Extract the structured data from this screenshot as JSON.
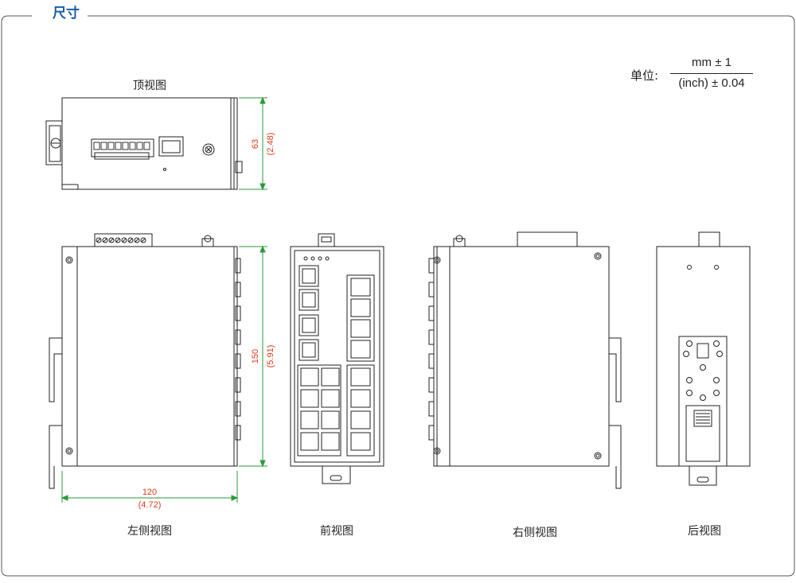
{
  "section_title": "尺寸",
  "units": {
    "label": "单位:",
    "numerator": "mm ± 1",
    "denominator": "(inch) ± 0.04"
  },
  "views": {
    "top": "顶视图",
    "left": "左侧视图",
    "front": "前视图",
    "right": "右侧视图",
    "rear": "后视图"
  },
  "dimensions": {
    "depth_mm": "63",
    "depth_in": "(2.48)",
    "height_mm": "150",
    "height_in": "(5.91)",
    "width_mm": "120",
    "width_in": "(4.72)"
  },
  "colors": {
    "title": "#1a5fa8",
    "dimension_line": "#2a9a3a",
    "dimension_text": "#e03c1e",
    "outline": "#222222"
  }
}
